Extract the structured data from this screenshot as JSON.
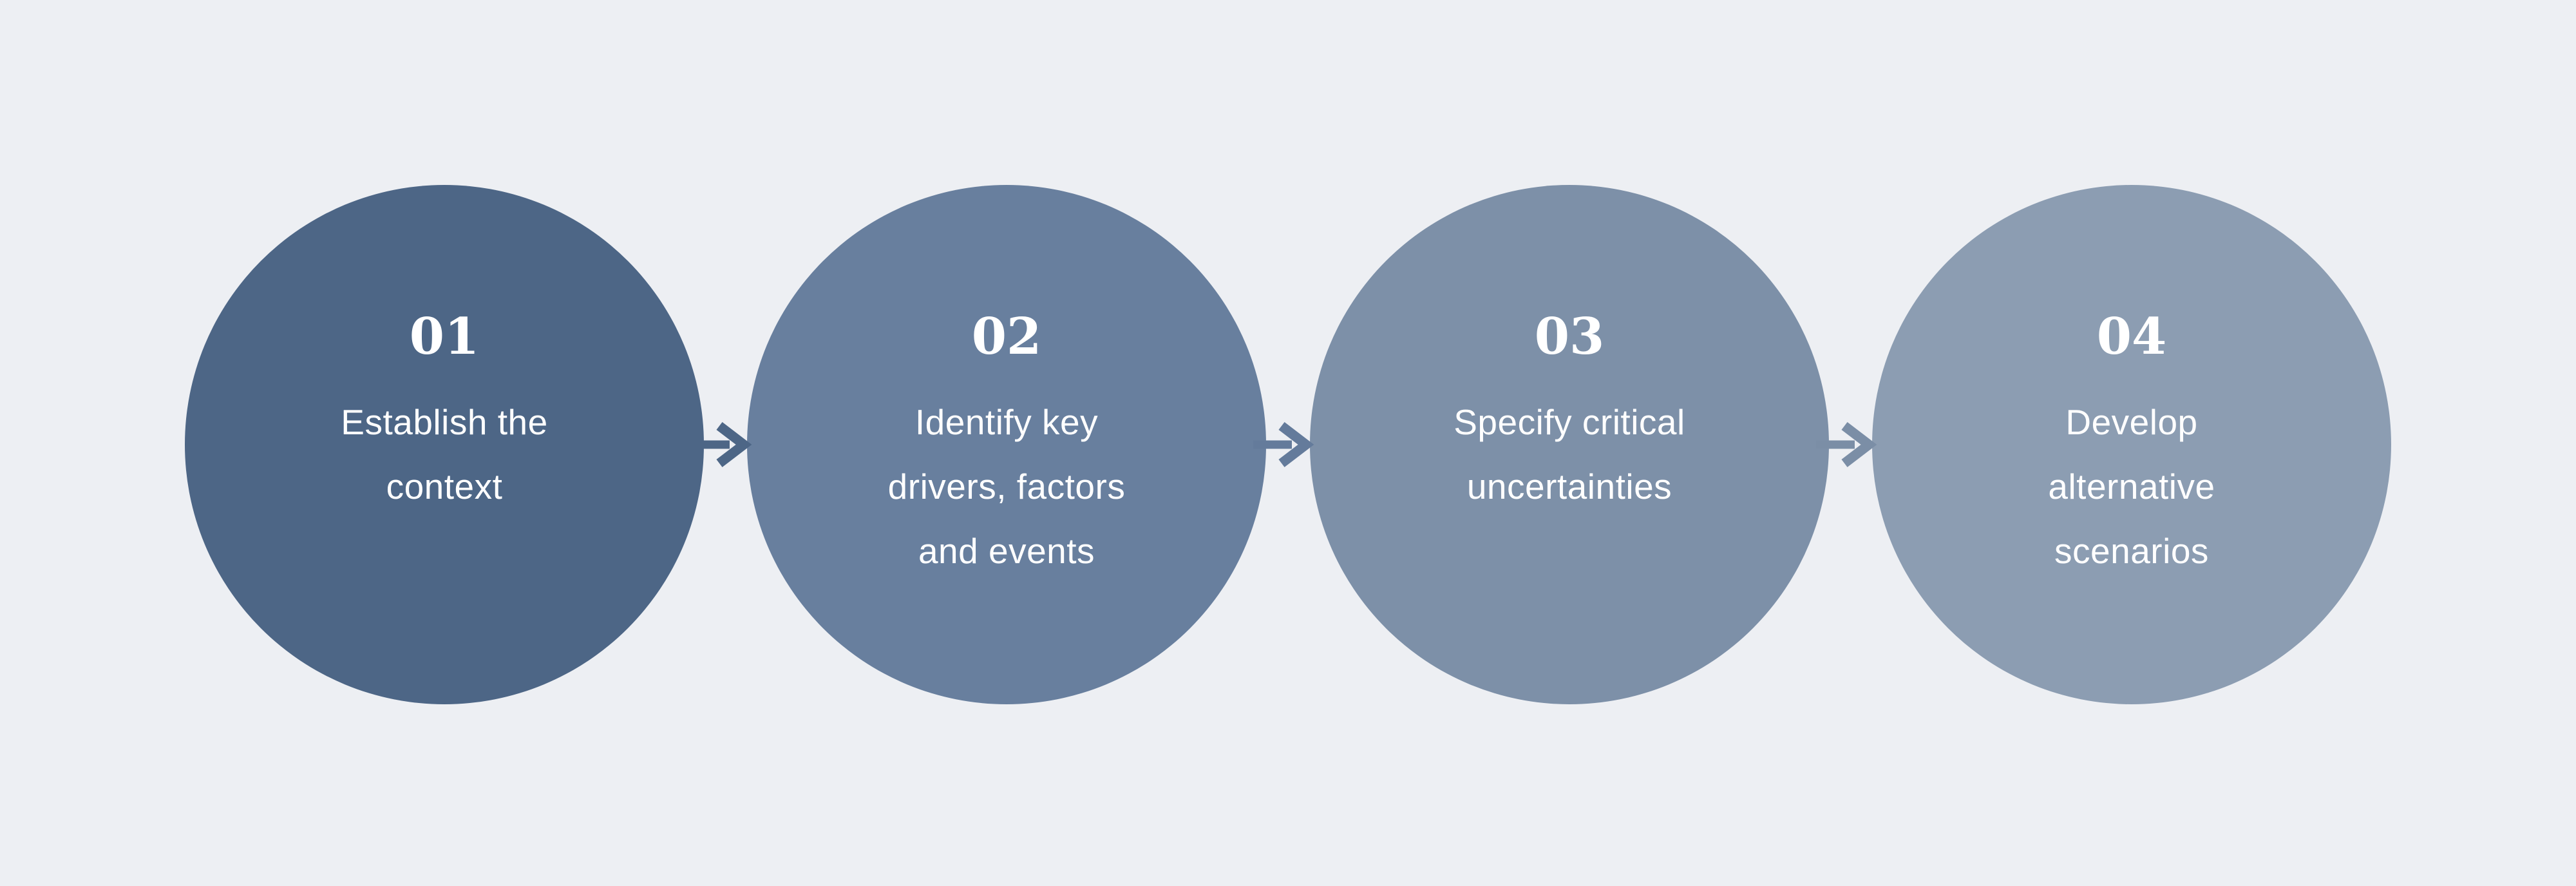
{
  "colors": {
    "background": "#EDEFF3",
    "text": "#FFFFFF"
  },
  "steps": [
    {
      "number": "01",
      "label": "Establish the context",
      "lines": [
        "Establish the",
        "context"
      ],
      "circle_color": "#4D6686"
    },
    {
      "number": "02",
      "label": "Identify key drivers, factors and events",
      "lines": [
        "Identify key",
        "drivers, factors",
        "and events"
      ],
      "circle_color": "#687F9E"
    },
    {
      "number": "03",
      "label": "Specify critical uncertainties",
      "lines": [
        "Specify critical",
        "uncertainties"
      ],
      "circle_color": "#7D90A8"
    },
    {
      "number": "04",
      "label": "Develop alternative scenarios",
      "lines": [
        "Develop",
        "alternative",
        "scenarios"
      ],
      "circle_color": "#8C9DB2"
    }
  ],
  "arrows": [
    {
      "color": "#4D6686"
    },
    {
      "color": "#647B9B"
    },
    {
      "color": "#7B8EA6"
    }
  ]
}
